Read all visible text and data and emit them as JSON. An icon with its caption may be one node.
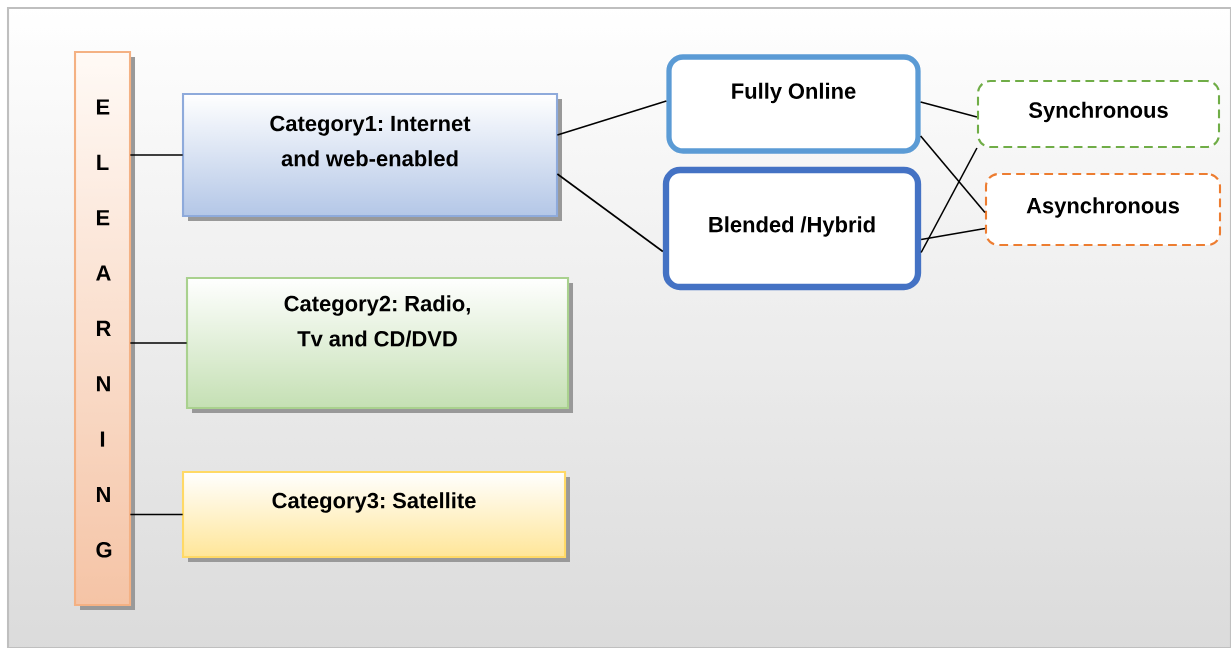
{
  "diagram": {
    "nodes": [
      {
        "text": [
          "E L E A R N I N G"
        ]
      },
      {
        "text": [
          "Category1: Internet and web-enabled"
        ]
      },
      {
        "text": [
          "Category2: Radio, Tv and CD/DVD"
        ]
      },
      {
        "text": [
          "Category3: Satellite"
        ]
      },
      {
        "text": [
          "Fully Online"
        ]
      },
      {
        "text": [
          "Blended /Hybrid"
        ]
      },
      {
        "text": [
          "Synchronous"
        ]
      },
      {
        "text": [
          "Asynchronous"
        ]
      }
    ],
    "edges": [
      {
        "from": 0,
        "to": 1,
        "arrow": "none"
      },
      {
        "from": 0,
        "to": 2,
        "arrow": "none"
      },
      {
        "from": 0,
        "to": 3,
        "arrow": "none"
      },
      {
        "from": 1,
        "to": 4,
        "arrow": "none"
      },
      {
        "from": 1,
        "to": 5,
        "arrow": "none"
      },
      {
        "from": 4,
        "to": 6,
        "arrow": "none"
      },
      {
        "from": 4,
        "to": 7,
        "arrow": "none"
      },
      {
        "from": 5,
        "to": 6,
        "arrow": "none"
      },
      {
        "from": 5,
        "to": 7,
        "arrow": "none"
      }
    ]
  }
}
